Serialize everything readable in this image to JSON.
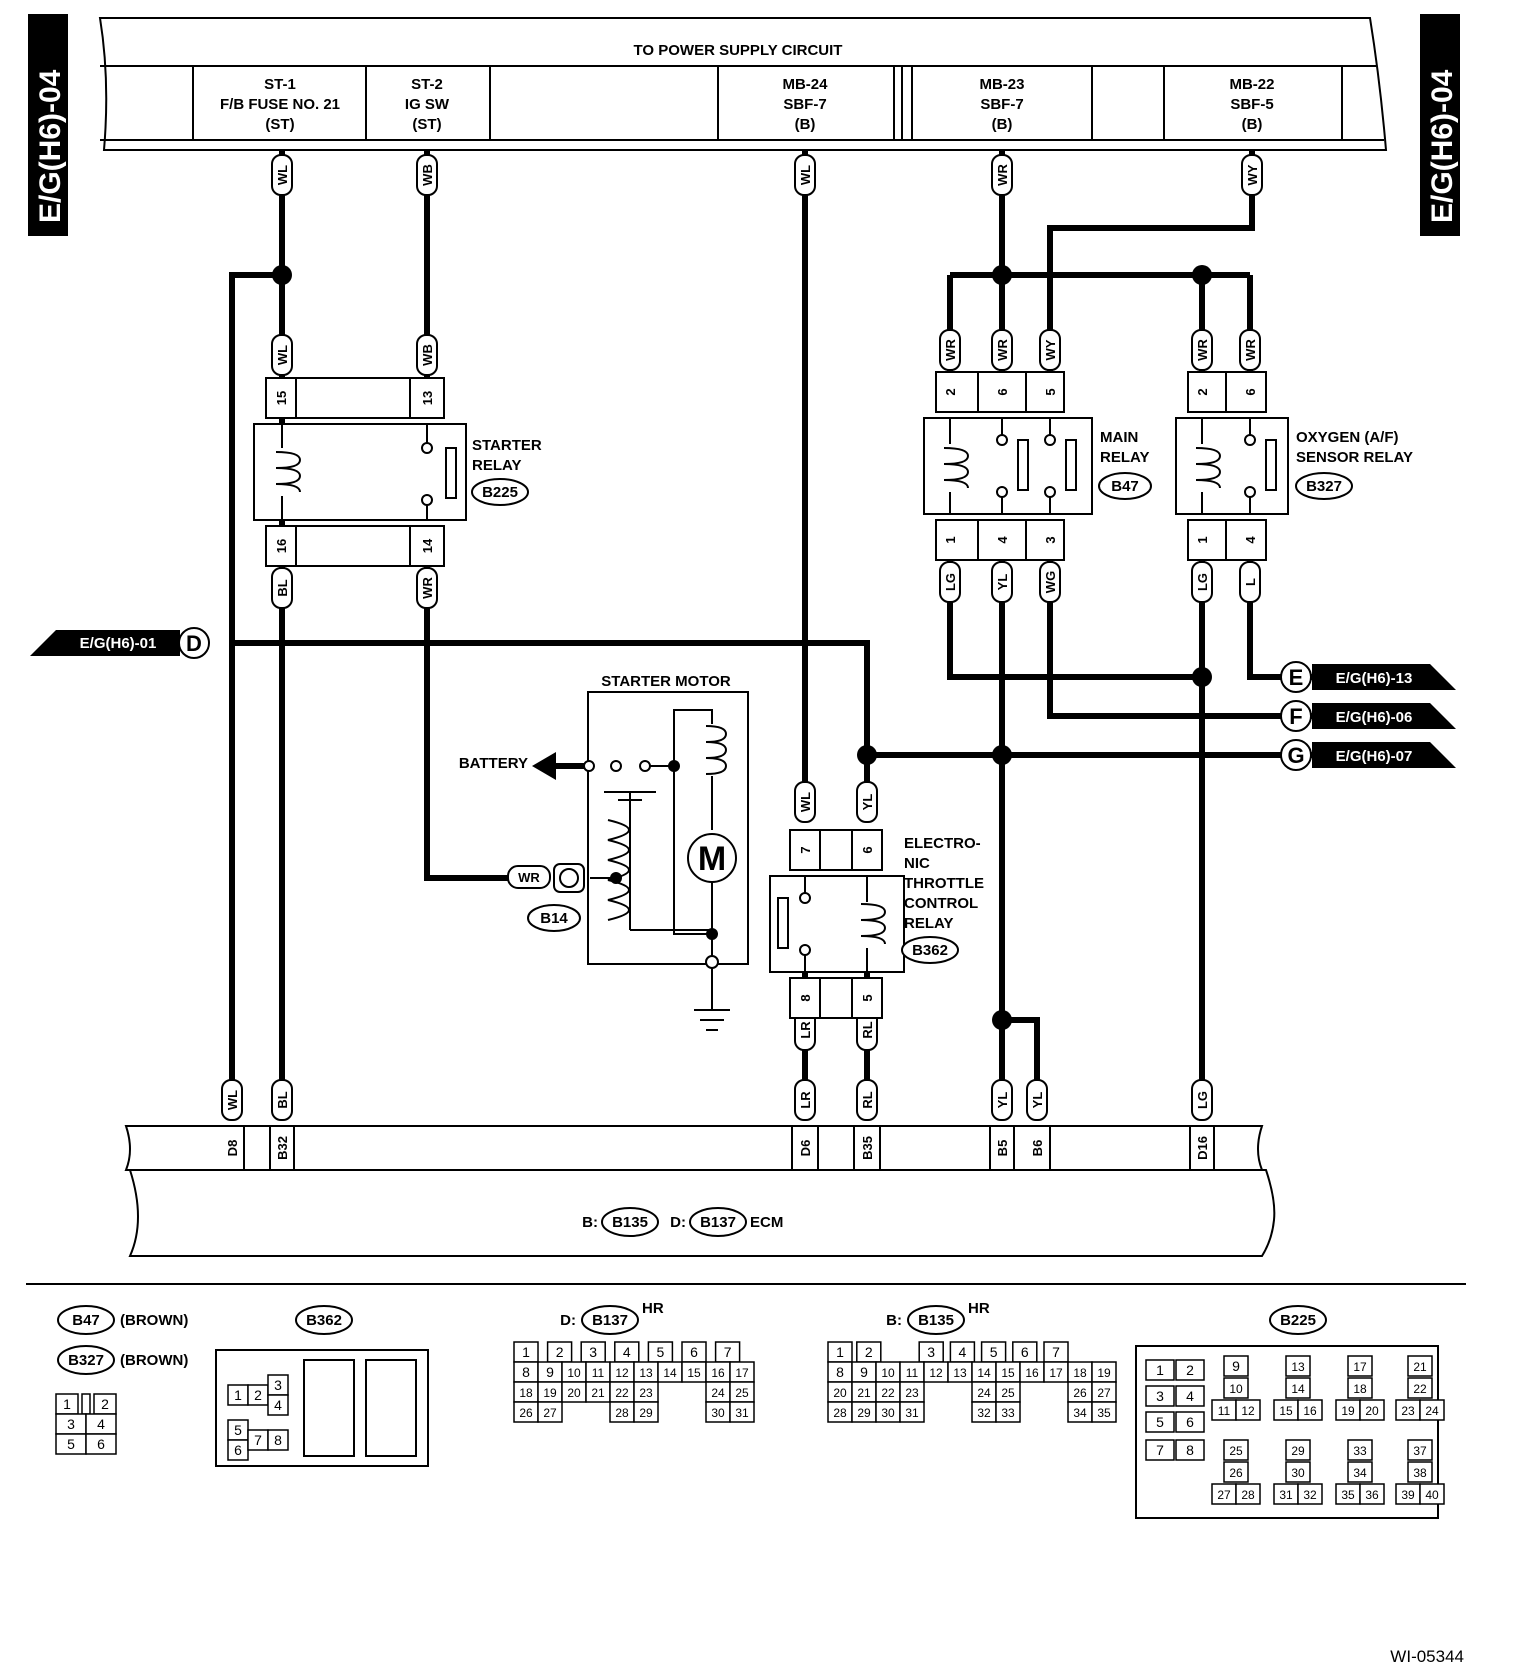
{
  "side_tab": "E/G(H6)-04",
  "header": {
    "title": "TO POWER SUPPLY CIRCUIT",
    "st1": [
      "ST-1",
      "F/B FUSE NO. 21",
      "(ST)"
    ],
    "st2": [
      "ST-2",
      "IG SW",
      "(ST)"
    ],
    "mb24": [
      "MB-24",
      "SBF-7",
      "(B)"
    ],
    "mb23": [
      "MB-23",
      "SBF-7",
      "(B)"
    ],
    "mb22": [
      "MB-22",
      "SBF-5",
      "(B)"
    ]
  },
  "components": {
    "starter_relay": [
      "STARTER",
      "RELAY"
    ],
    "starter_relay_conn": "B225",
    "main_relay": [
      "MAIN",
      "RELAY"
    ],
    "main_relay_conn": "B47",
    "o2_relay": [
      "OXYGEN (A/F)",
      "SENSOR RELAY"
    ],
    "o2_relay_conn": "B327",
    "starter_motor": "STARTER MOTOR",
    "battery": "BATTERY",
    "motor_symbol": "M",
    "starter_conn": "B14",
    "etc_relay": [
      "ELECTRO-",
      "NIC",
      "THROTTLE",
      "CONTROL",
      "RELAY"
    ],
    "etc_relay_conn": "B362",
    "ecm": {
      "b_prefix": "B:",
      "b_conn": "B135",
      "d_prefix": "D:",
      "d_conn": "B137",
      "label": "ECM"
    }
  },
  "wires": {
    "wl": "WL",
    "wb": "WB",
    "wr": "WR",
    "wy": "WY",
    "bl": "BL",
    "lg": "LG",
    "yl": "YL",
    "wg": "WG",
    "l": "L",
    "lr": "LR",
    "rl": "RL"
  },
  "pins": {
    "p15": "15",
    "p13": "13",
    "p16": "16",
    "p14": "14",
    "p2": "2",
    "p6": "6",
    "p5": "5",
    "p1": "1",
    "p4": "4",
    "p3": "3",
    "p7": "7",
    "p8": "8",
    "d8": "D8",
    "b32": "B32",
    "d6": "D6",
    "b35": "B35",
    "b5": "B5",
    "b6": "B6",
    "d16": "D16"
  },
  "offpage": {
    "d": {
      "letter": "D",
      "label": "E/G(H6)-01"
    },
    "e": {
      "letter": "E",
      "label": "E/G(H6)-13"
    },
    "f": {
      "letter": "F",
      "label": "E/G(H6)-06"
    },
    "g": {
      "letter": "G",
      "label": "E/G(H6)-07"
    }
  },
  "legend": {
    "b47": "B47",
    "b327": "B327",
    "brown": "(BROWN)",
    "b362": "B362",
    "b137": {
      "prefix": "D:",
      "conn": "B137",
      "hr": "HR"
    },
    "b135": {
      "prefix": "B:",
      "conn": "B135",
      "hr": "HR"
    },
    "b225": "B225",
    "b47_rows": [
      [
        "1",
        "",
        "2"
      ],
      [
        "3",
        "4"
      ],
      [
        "5",
        "6"
      ]
    ],
    "b362_left": [
      [
        "1",
        "2",
        "3",
        "4"
      ],
      [
        "5",
        "6",
        "7",
        "8"
      ]
    ],
    "b137_rows": [
      [
        "1",
        "2",
        "3",
        "4",
        "5",
        "6",
        "7"
      ],
      [
        "8",
        "9",
        "10",
        "11",
        "12",
        "13",
        "14",
        "15",
        "16",
        "17"
      ],
      [
        "18",
        "19",
        "20",
        "21",
        "22",
        "23",
        "24",
        "25"
      ],
      [
        "26",
        "27",
        "28",
        "29",
        "30",
        "31"
      ]
    ],
    "b135_rows": [
      [
        "1",
        "2",
        "3",
        "4",
        "5",
        "6",
        "7"
      ],
      [
        "8",
        "9",
        "10",
        "11",
        "12",
        "13",
        "14",
        "15",
        "16",
        "17",
        "18",
        "19"
      ],
      [
        "20",
        "21",
        "22",
        "23",
        "24",
        "25",
        "26",
        "27"
      ],
      [
        "28",
        "29",
        "30",
        "31",
        "32",
        "33",
        "34",
        "35"
      ]
    ],
    "b225_left": [
      "1",
      "2",
      "3",
      "4",
      "5",
      "6",
      "7",
      "8"
    ],
    "b225_groups": [
      [
        "9",
        "10",
        "11",
        "12"
      ],
      [
        "13",
        "14",
        "15",
        "16"
      ],
      [
        "17",
        "18",
        "19",
        "20"
      ],
      [
        "21",
        "22",
        "23",
        "24"
      ],
      [
        "25",
        "26",
        "27",
        "28"
      ],
      [
        "29",
        "30",
        "31",
        "32"
      ],
      [
        "33",
        "34",
        "35",
        "36"
      ],
      [
        "37",
        "38",
        "39",
        "40"
      ]
    ]
  },
  "footer_id": "WI-05344"
}
